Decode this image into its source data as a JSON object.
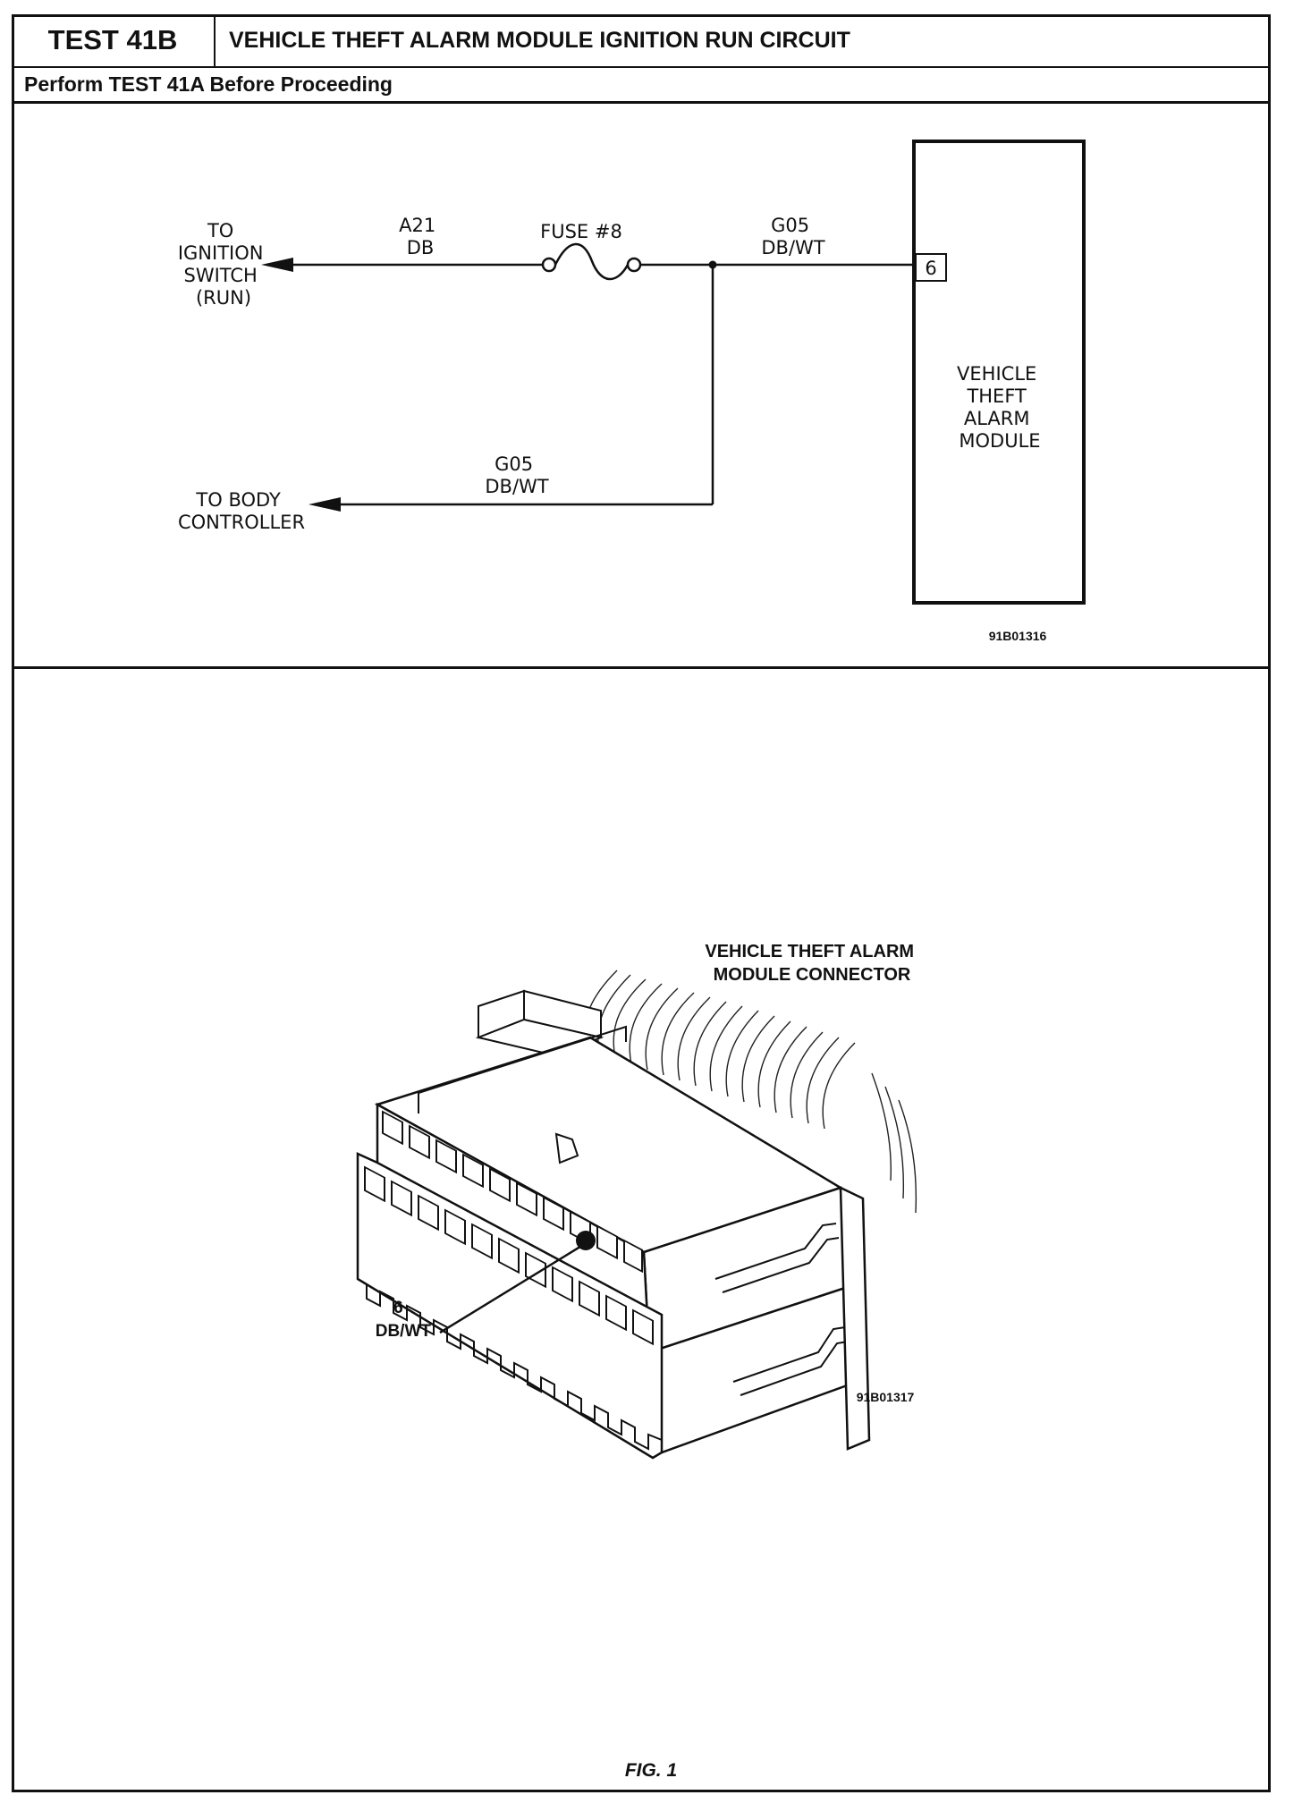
{
  "header": {
    "test_id": "TEST 41B",
    "title": "VEHICLE THEFT ALARM MODULE IGNITION RUN CIRCUIT",
    "note": "Perform TEST 41A Before Proceeding"
  },
  "schematic": {
    "ignition_label": [
      "TO",
      "IGNITION",
      "SWITCH",
      "(RUN)"
    ],
    "wire_a21": [
      "A21",
      "DB"
    ],
    "fuse_label": "FUSE #8",
    "wire_g05_top": [
      "G05",
      "DB/WT"
    ],
    "pin_number": "6",
    "module_label": [
      "VEHICLE",
      "THEFT",
      "ALARM",
      "MODULE"
    ],
    "wire_g05_bottom": [
      "G05",
      "DB/WT"
    ],
    "body_controller_label": [
      "TO BODY",
      "CONTROLLER"
    ],
    "figure_code": "91B01316"
  },
  "connector": {
    "title": [
      "VEHICLE THEFT ALARM",
      "MODULE CONNECTOR"
    ],
    "pin_label": [
      "6",
      "DB/WT"
    ],
    "figure_code": "91B01317"
  },
  "figure_caption": "FIG. 1"
}
